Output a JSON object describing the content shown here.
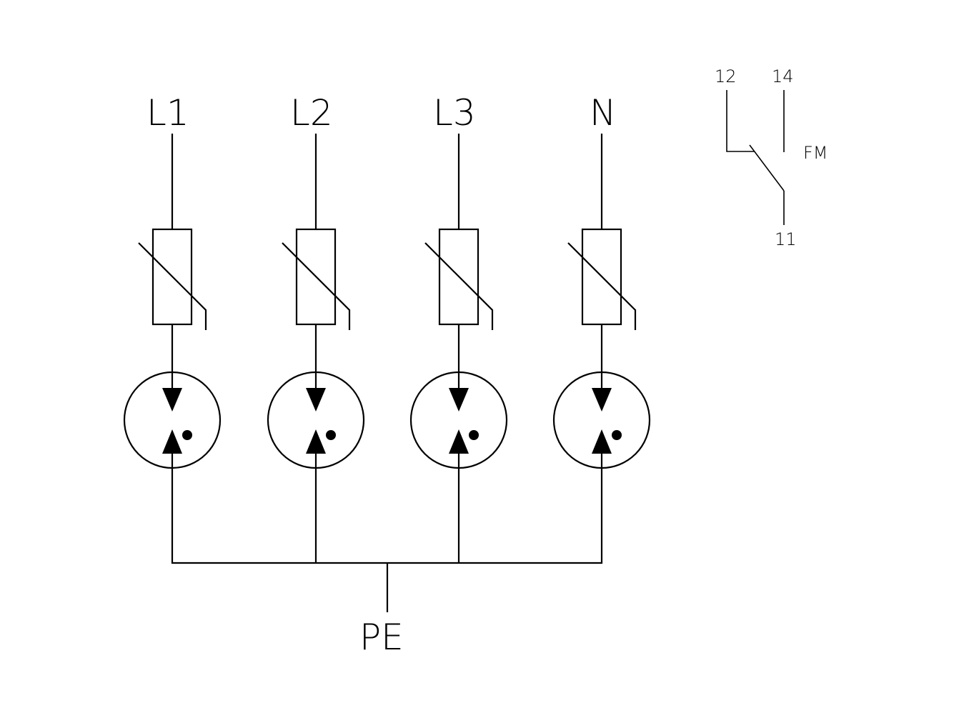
{
  "lines": [
    {
      "label": "L1"
    },
    {
      "label": "L2"
    },
    {
      "label": "L3"
    },
    {
      "label": "N"
    }
  ],
  "ground": {
    "label": "PE"
  },
  "contact": {
    "terminal_a": "12",
    "terminal_b": "14",
    "terminal_common": "11",
    "name": "FM"
  }
}
